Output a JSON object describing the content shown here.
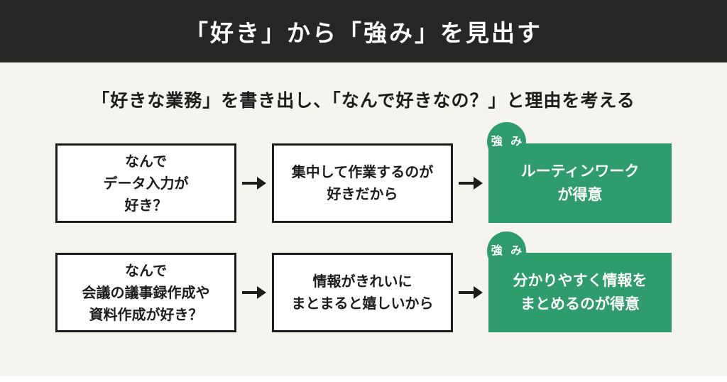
{
  "page": {
    "title": "「好き」から「強み」を見出す",
    "subtitle": "「好きな業務」を書き出し、「なんで好きなの？」と理由を考える"
  },
  "colors": {
    "header_bg": "#262626",
    "accent_green": "#2f9c6e",
    "background": "#f6f4ee",
    "box_border": "#1c1c1c"
  },
  "badge_label": "強 み",
  "rows": [
    {
      "question": "なんで\nデータ入力が\n好き？",
      "reason": "集中して作業するのが\n好きだから",
      "strength": "ルーティンワーク\nが得意"
    },
    {
      "question": "なんで\n会議の議事録作成や\n資料作成が好き？",
      "reason": "情報がきれいに\nまとまると嬉しいから",
      "strength": "分かりやすく情報を\nまとめるのが得意"
    }
  ]
}
